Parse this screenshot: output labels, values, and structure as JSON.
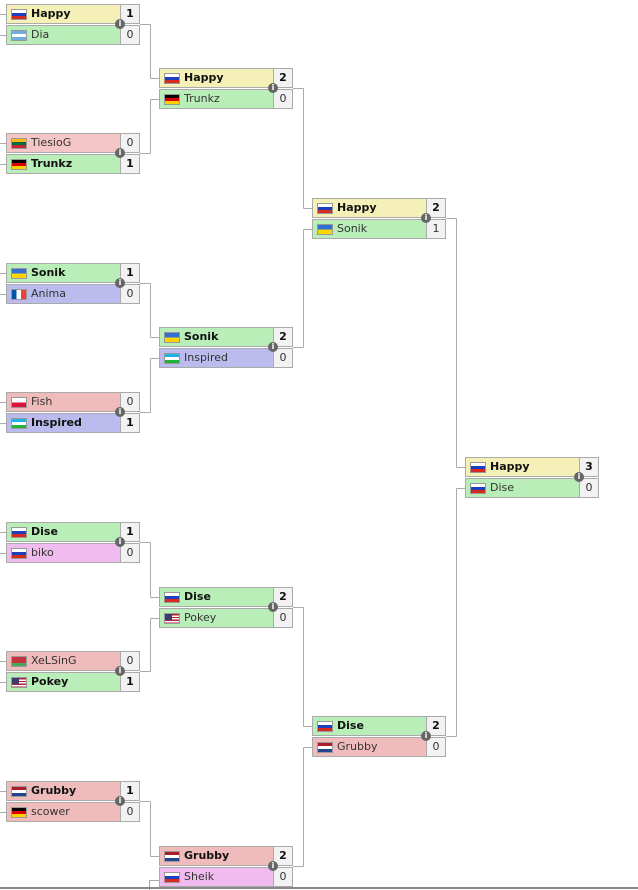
{
  "colors": {
    "winner": "#f5f0b8",
    "ukraine": "#b9eeb9",
    "france_purple": "#bbbbee",
    "pink": "#f0bbee",
    "red": "#f0bbbb",
    "line": "#aaaaaa"
  },
  "rounds": [
    {
      "matches": [
        {
          "p1": {
            "name": "Happy",
            "score": "1",
            "flag": "ru",
            "win": true,
            "color": "#f5f0b8"
          },
          "p2": {
            "name": "Dia",
            "score": "0",
            "flag": "ar",
            "win": false,
            "color": "#b9eeb9"
          }
        },
        {
          "p1": {
            "name": "TiesioG",
            "score": "0",
            "flag": "lt",
            "win": false,
            "color": "#f5c6c6"
          },
          "p2": {
            "name": "Trunkz",
            "score": "1",
            "flag": "de",
            "win": true,
            "color": "#b9eeb9"
          }
        },
        {
          "p1": {
            "name": "Sonik",
            "score": "1",
            "flag": "ua",
            "win": true,
            "color": "#b9eeb9"
          },
          "p2": {
            "name": "Anima",
            "score": "0",
            "flag": "fr",
            "win": false,
            "color": "#bbbbee"
          }
        },
        {
          "p1": {
            "name": "Fish",
            "score": "0",
            "flag": "pl",
            "win": false,
            "color": "#f0bbbb"
          },
          "p2": {
            "name": "Inspired",
            "score": "1",
            "flag": "uz",
            "win": true,
            "color": "#bbbbee"
          }
        },
        {
          "p1": {
            "name": "Dise",
            "score": "1",
            "flag": "ru",
            "win": true,
            "color": "#b9eeb9"
          },
          "p2": {
            "name": "biko",
            "score": "0",
            "flag": "ru",
            "win": false,
            "color": "#f0bbee"
          }
        },
        {
          "p1": {
            "name": "XeLSinG",
            "score": "0",
            "flag": "by",
            "win": false,
            "color": "#f0bbbb"
          },
          "p2": {
            "name": "Pokey",
            "score": "1",
            "flag": "us",
            "win": true,
            "color": "#b9eeb9"
          }
        },
        {
          "p1": {
            "name": "Grubby",
            "score": "1",
            "flag": "nl",
            "win": true,
            "color": "#f0bbbb"
          },
          "p2": {
            "name": "scower",
            "score": "0",
            "flag": "de",
            "win": false,
            "color": "#f0bbbb"
          }
        }
      ]
    },
    {
      "matches": [
        {
          "p1": {
            "name": "Happy",
            "score": "2",
            "flag": "ru",
            "win": true,
            "color": "#f5f0b8"
          },
          "p2": {
            "name": "Trunkz",
            "score": "0",
            "flag": "de",
            "win": false,
            "color": "#b9eeb9"
          }
        },
        {
          "p1": {
            "name": "Sonik",
            "score": "2",
            "flag": "ua",
            "win": true,
            "color": "#b9eeb9"
          },
          "p2": {
            "name": "Inspired",
            "score": "0",
            "flag": "uz",
            "win": false,
            "color": "#bbbbee"
          }
        },
        {
          "p1": {
            "name": "Dise",
            "score": "2",
            "flag": "ru",
            "win": true,
            "color": "#b9eeb9"
          },
          "p2": {
            "name": "Pokey",
            "score": "0",
            "flag": "us",
            "win": false,
            "color": "#b9eeb9"
          }
        },
        {
          "p1": {
            "name": "Grubby",
            "score": "2",
            "flag": "nl",
            "win": true,
            "color": "#f0bbbb"
          },
          "p2": {
            "name": "Sheik",
            "score": "0",
            "flag": "ru",
            "win": false,
            "color": "#f0bbee"
          }
        }
      ]
    },
    {
      "matches": [
        {
          "p1": {
            "name": "Happy",
            "score": "2",
            "flag": "ru",
            "win": true,
            "color": "#f5f0b8"
          },
          "p2": {
            "name": "Sonik",
            "score": "1",
            "flag": "ua",
            "win": false,
            "color": "#b9eeb9"
          }
        },
        {
          "p1": {
            "name": "Dise",
            "score": "2",
            "flag": "ru",
            "win": true,
            "color": "#b9eeb9"
          },
          "p2": {
            "name": "Grubby",
            "score": "0",
            "flag": "nl",
            "win": false,
            "color": "#f0bbbb"
          }
        }
      ]
    },
    {
      "matches": [
        {
          "p1": {
            "name": "Happy",
            "score": "3",
            "flag": "ru",
            "win": true,
            "color": "#f5f0b8"
          },
          "p2": {
            "name": "Dise",
            "score": "0",
            "flag": "ru",
            "win": false,
            "color": "#b9eeb9"
          }
        }
      ]
    }
  ],
  "info_glyph": "i"
}
